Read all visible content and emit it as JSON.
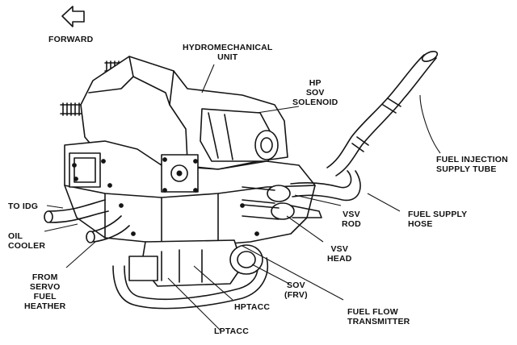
{
  "labels": {
    "forward": "FORWARD",
    "hmu": [
      "HYDROMECHANICAL",
      "UNIT"
    ],
    "hp_sov": [
      "HP",
      "SOV",
      "SOLENOID"
    ],
    "fuel_injection": [
      "FUEL INJECTION",
      "SUPPLY TUBE"
    ],
    "to_idg": "TO IDG",
    "oil_cooler": [
      "OIL",
      "COOLER"
    ],
    "vsv_rod": [
      "VSV",
      "ROD"
    ],
    "fuel_supply_hose": [
      "FUEL SUPPLY",
      "HOSE"
    ],
    "vsv_head": [
      "VSV",
      "HEAD"
    ],
    "from_servo": [
      "FROM",
      "SERVO",
      "FUEL",
      "HEATHER"
    ],
    "sov_frv": [
      "SOV",
      "(FRV)"
    ],
    "fuel_flow": [
      "FUEL FLOW",
      "TRANSMITTER"
    ],
    "hptacc": "HPTACC",
    "lptacc": "LPTACC"
  },
  "icons": {
    "forward_arrow": "forward-arrow-icon"
  }
}
